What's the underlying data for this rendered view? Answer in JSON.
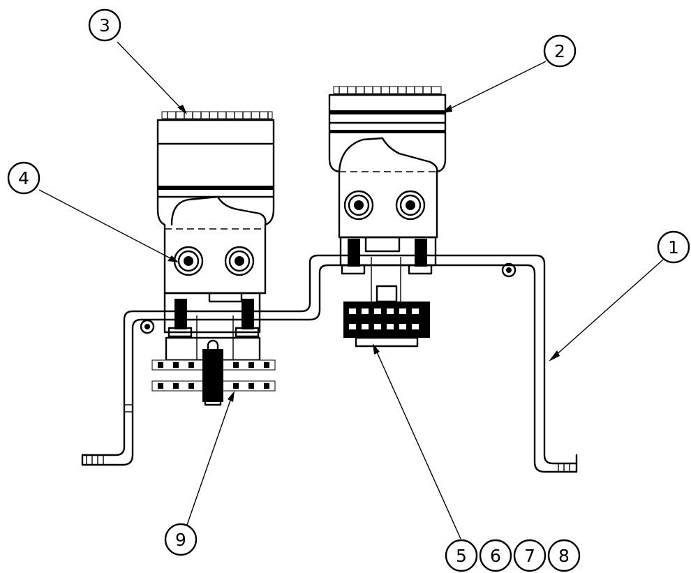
{
  "drawing": {
    "balloons": [
      {
        "id": "balloon-1",
        "label": "1"
      },
      {
        "id": "balloon-2",
        "label": "2"
      },
      {
        "id": "balloon-3",
        "label": "3"
      },
      {
        "id": "balloon-4",
        "label": "4"
      },
      {
        "id": "balloon-5",
        "label": "5"
      },
      {
        "id": "balloon-6",
        "label": "6"
      },
      {
        "id": "balloon-7",
        "label": "7"
      },
      {
        "id": "balloon-8",
        "label": "8"
      },
      {
        "id": "balloon-9",
        "label": "9"
      }
    ],
    "line_color": "#000000",
    "background": "#ffffff"
  }
}
